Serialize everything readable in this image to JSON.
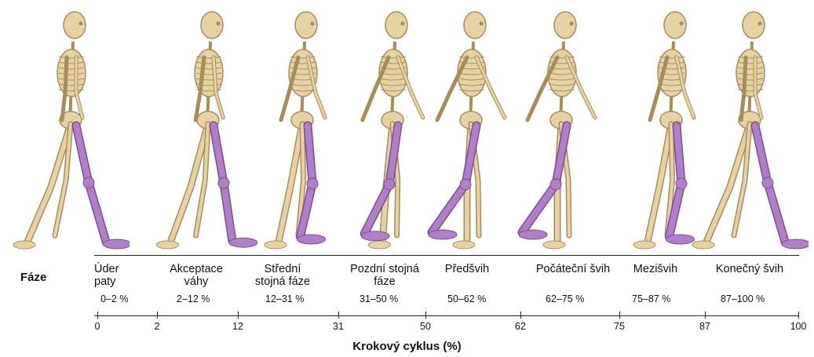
{
  "row_label": "Fáze",
  "axis_title": "Krokový cyklus (%)",
  "colors": {
    "bone": "#e7d2a4",
    "bone_outline": "#a88d5c",
    "highlight": "#b17fc7",
    "highlight_outline": "#7d4c92"
  },
  "phases": [
    {
      "label": "Úder\npaty",
      "range": "0–2 %",
      "swing": 0.0
    },
    {
      "label": "Akceptace\nváhy",
      "range": "2–12 %",
      "swing": 0.15
    },
    {
      "label": "Střední\nstojná fáze",
      "range": "12–31 %",
      "swing": 0.5
    },
    {
      "label": "Pozdní stojná\nfáze",
      "range": "31–50 %",
      "swing": 0.85
    },
    {
      "label": "Předšvih",
      "range": "50–62 %",
      "swing": 1.0
    },
    {
      "label": "Počáteční švih",
      "range": "62–75 %",
      "swing": 1.0
    },
    {
      "label": "Mezišvih",
      "range": "75–87 %",
      "swing": 0.5
    },
    {
      "label": "Konečný švih",
      "range": "87–100 %",
      "swing": 0.0
    }
  ],
  "ticks": [
    "0",
    "2",
    "12",
    "31",
    "50",
    "62",
    "75",
    "87",
    "100"
  ]
}
